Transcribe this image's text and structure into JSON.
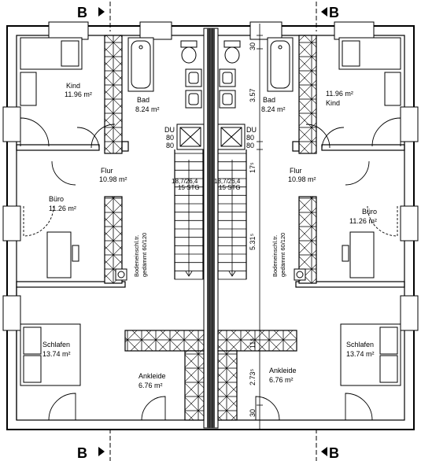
{
  "section_marker": "B",
  "left_unit": {
    "rooms": {
      "kind": {
        "name": "Kind",
        "area": "11.96 m²"
      },
      "bad": {
        "name": "Bad",
        "area": "8.24 m²"
      },
      "flur": {
        "name": "Flur",
        "area": "10.98 m²"
      },
      "buero": {
        "name": "Büro",
        "area": "11.26 m²"
      },
      "schlafen": {
        "name": "Schlafen",
        "area": "13.74 m²"
      },
      "ankleide": {
        "name": "Ankleide",
        "area": "6.76 m²"
      }
    },
    "shower": {
      "du": "DU",
      "w": "80",
      "h": "80"
    },
    "stair": {
      "formula": "18,7/26,4",
      "steps": "15 STG"
    },
    "hatch_line1": "Bodeneinschl.tr.",
    "hatch_line2": "gedämmt 60/120"
  },
  "right_unit": {
    "rooms": {
      "kind": {
        "name": "Kind",
        "area": "11.96 m²"
      },
      "bad": {
        "name": "Bad",
        "area": "8.24 m²"
      },
      "flur": {
        "name": "Flur",
        "area": "10.98 m²"
      },
      "buero": {
        "name": "Büro",
        "area": "11.26 m²"
      },
      "schlafen": {
        "name": "Schlafen",
        "area": "13.74 m²"
      },
      "ankleide": {
        "name": "Ankleide",
        "area": "6.76 m²"
      }
    },
    "shower": {
      "du": "DU",
      "w": "80",
      "h": "80"
    },
    "stair": {
      "formula": "18,7/26,4",
      "steps": "15 STG"
    },
    "hatch_line1": "Bodeneinschl.tr.",
    "hatch_line2": "gedämmt 60/120"
  },
  "dimensions": {
    "top": "30",
    "bad_depth": "3.57",
    "flur_gap": "17⁵",
    "total": "5.31⁵",
    "lower_gap": "11⁵",
    "ankleide_depth": "2.73⁵",
    "bottom": "30"
  }
}
